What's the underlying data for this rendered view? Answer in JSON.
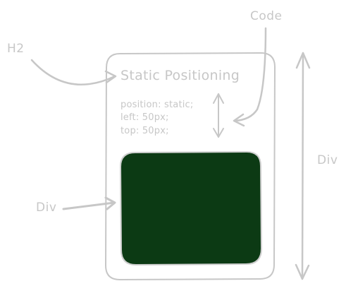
{
  "labels": {
    "h2": "H2",
    "code": "Code",
    "div_left": "Div",
    "div_right": "Div"
  },
  "panel": {
    "heading": "Static Positioning",
    "code_lines": [
      "position: static;",
      "left: 50px;",
      "top: 50px;"
    ]
  },
  "colors": {
    "sketch": "#c7c7c7",
    "box_fill": "#0c3a14",
    "box_outline": "#cfcfcf",
    "background": "#ffffff"
  }
}
